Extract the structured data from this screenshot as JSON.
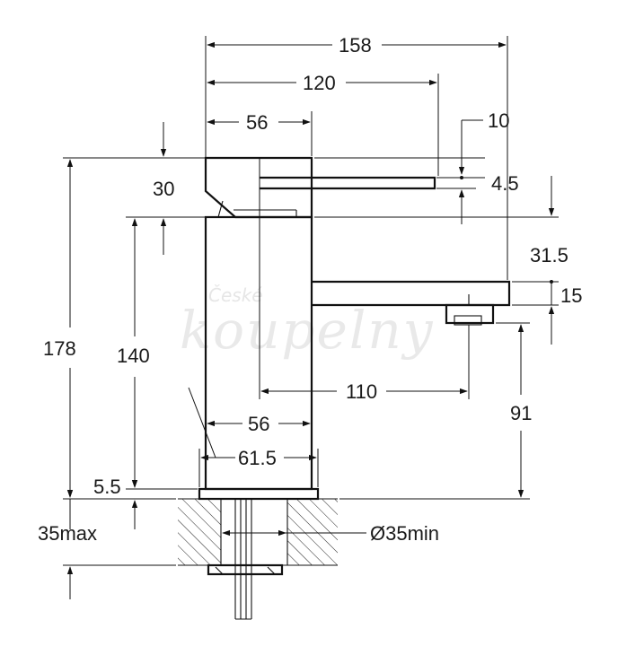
{
  "watermark": {
    "line1": "České",
    "line2": "koupelny"
  },
  "dimensions": {
    "overall_width": "158",
    "lever_length": "120",
    "body_width_top": "56",
    "lever_end_offset": "10",
    "lever_thickness": "4.5",
    "handle_height": "30",
    "overall_height": "178",
    "body_height": "140",
    "spout_top_offset": "31.5",
    "spout_thickness": "15",
    "spout_reach": "110",
    "outlet_height": "91",
    "body_width_bottom": "56",
    "base_diameter": "61.5",
    "base_plate": "5.5",
    "deck_thickness": "35max",
    "hole_diameter": "Ø35min"
  }
}
